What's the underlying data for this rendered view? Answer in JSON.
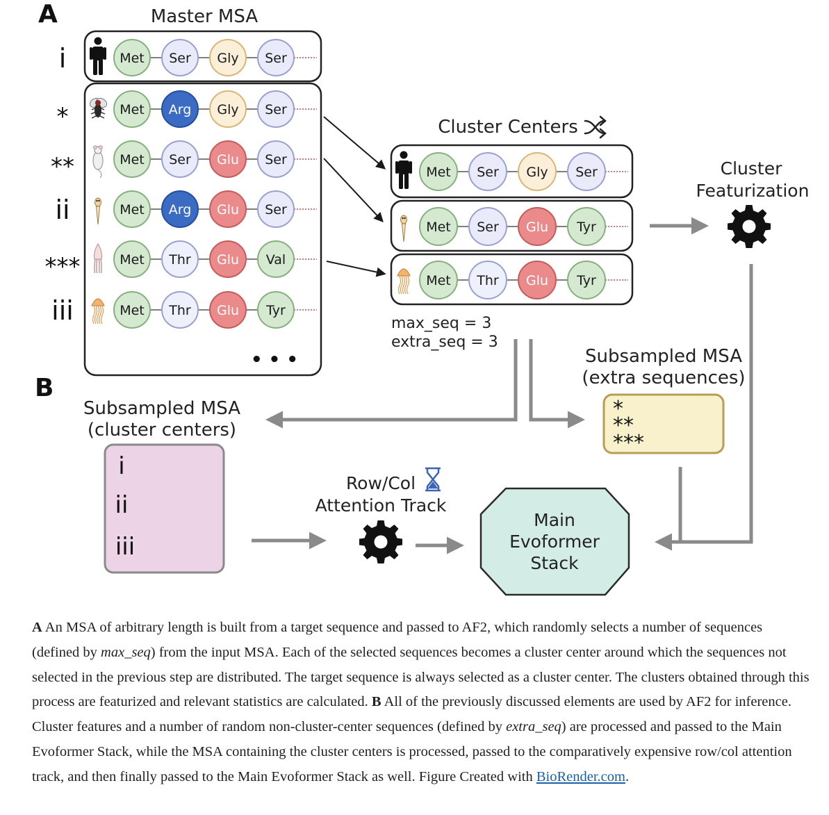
{
  "panel_a": {
    "label": "A",
    "master_msa_title": "Master MSA",
    "rows": [
      {
        "marker": "i",
        "organism": "human",
        "residues": [
          "Met",
          "Ser",
          "Gly",
          "Ser"
        ]
      },
      {
        "marker": "*",
        "organism": "fly",
        "residues": [
          "Met",
          "Arg",
          "Gly",
          "Ser"
        ]
      },
      {
        "marker": "**",
        "organism": "mouse",
        "residues": [
          "Met",
          "Ser",
          "Glu",
          "Ser"
        ]
      },
      {
        "marker": "ii",
        "organism": "zebrafish",
        "residues": [
          "Met",
          "Arg",
          "Glu",
          "Ser"
        ]
      },
      {
        "marker": "***",
        "organism": "squid",
        "residues": [
          "Met",
          "Thr",
          "Glu",
          "Val"
        ]
      },
      {
        "marker": "iii",
        "organism": "jellyfish",
        "residues": [
          "Met",
          "Thr",
          "Glu",
          "Tyr"
        ]
      }
    ],
    "ellipsis": "• • •",
    "cluster_centers_title": "Cluster Centers",
    "cluster_centers": [
      {
        "organism": "human",
        "residues": [
          "Met",
          "Ser",
          "Gly",
          "Ser"
        ]
      },
      {
        "organism": "zebrafish",
        "residues": [
          "Met",
          "Ser",
          "Glu",
          "Tyr"
        ]
      },
      {
        "organism": "jellyfish",
        "residues": [
          "Met",
          "Thr",
          "Glu",
          "Tyr"
        ]
      }
    ],
    "max_seq": "max_seq = 3",
    "extra_seq": "extra_seq = 3",
    "cluster_featurization": [
      "Cluster",
      "Featurization"
    ]
  },
  "panel_b": {
    "label": "B",
    "subsampled_clusters_title": [
      "Subsampled MSA",
      "(cluster centers)"
    ],
    "subsampled_clusters_items": [
      "i",
      "ii",
      "iii"
    ],
    "subsampled_extra_title": [
      "Subsampled MSA",
      "(extra sequences)"
    ],
    "subsampled_extra_items": [
      "*",
      "**",
      "***"
    ],
    "attention_track": [
      "Row/Col",
      "Attention Track"
    ],
    "evoformer": [
      "Main",
      "Evoformer",
      "Stack"
    ]
  },
  "residue_colors": {
    "Met": {
      "fill": "#d5e8d0",
      "stroke": "#86b07e",
      "text": "#1a1a1a"
    },
    "Ser": {
      "fill": "#e9ebfa",
      "stroke": "#9aa1cf",
      "text": "#1a1a1a"
    },
    "Gly": {
      "fill": "#fbefd9",
      "stroke": "#d8b774",
      "text": "#1a1a1a"
    },
    "Arg": {
      "fill": "#3c6bc4",
      "stroke": "#244f9e",
      "text": "#ffffff"
    },
    "Glu": {
      "fill": "#eb8a8a",
      "stroke": "#c45c5c",
      "text": "#ffffff"
    },
    "Thr": {
      "fill": "#eef0fb",
      "stroke": "#9aa1cf",
      "text": "#1a1a1a"
    },
    "Val": {
      "fill": "#d5e8d0",
      "stroke": "#86b07e",
      "text": "#1a1a1a"
    },
    "Tyr": {
      "fill": "#d5e8d0",
      "stroke": "#86b07e",
      "text": "#1a1a1a"
    }
  },
  "box_colors": {
    "clusters_box": "#ecd3e6",
    "extra_box": "#f8f1cc",
    "evoformer": "#d3ece6",
    "arrow_gray": "#8a8a8a"
  },
  "icons": {
    "shuffle": "shuffle-icon",
    "gear": "gear-icon",
    "hourglass": "hourglass-icon"
  },
  "caption": {
    "a_label": "A",
    "a_text_1": " An MSA of arbitrary length is built from a target sequence and passed to AF2, which randomly selects a number of sequences (defined by ",
    "a_em_1": "max_seq",
    "a_text_2": ") from the input MSA. Each of the selected sequences becomes a cluster center around which the sequences not selected in the previous step are distributed. The target sequence is always selected as a cluster center. The clusters obtained through this process are featurized and relevant statistics are calculated. ",
    "b_label": "B",
    "b_text_1": " All of the previously discussed elements are used by AF2 for inference. Cluster features and a number of random non-cluster-center sequences (defined by ",
    "b_em_1": "extra_seq",
    "b_text_2": ") are processed and passed to the Main Evoformer Stack, while the MSA containing the cluster centers is processed, passed to the comparatively expensive row/col attention track, and then finally passed to the Main Evoformer Stack as well. Figure Created with ",
    "link_text": "BioRender.com",
    "end": "."
  }
}
